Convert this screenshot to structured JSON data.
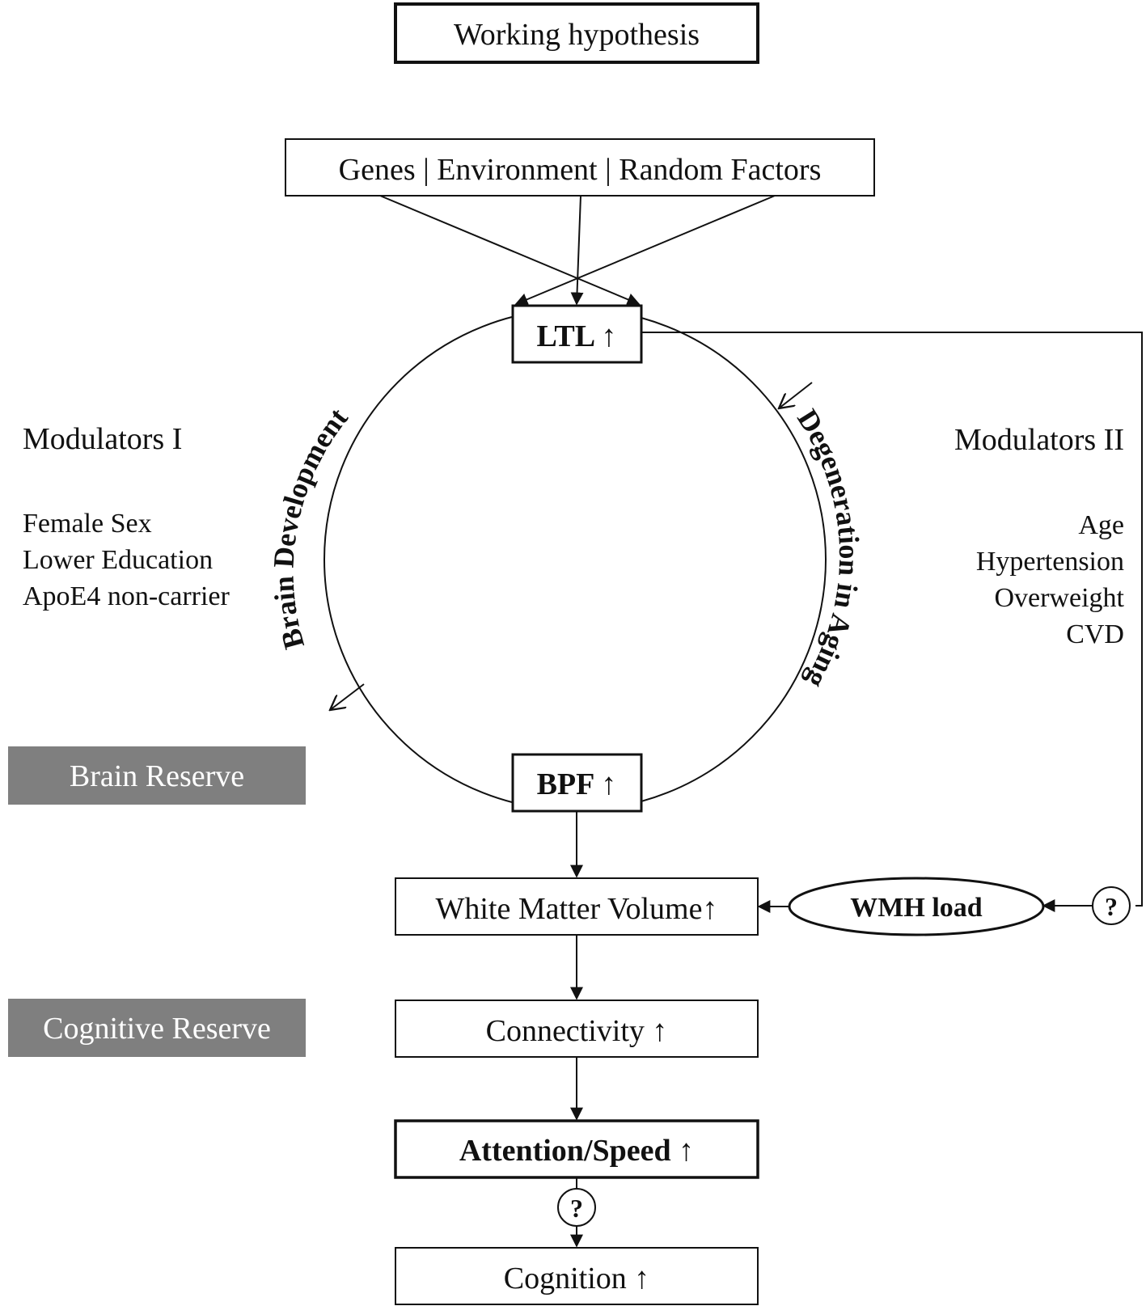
{
  "title": "Working hypothesis",
  "factors": "Genes | Environment | Random Factors",
  "ltl": "LTL ↑",
  "bpf": "BPF ↑",
  "arc_left": "Brain Development",
  "arc_right": "Degeneration in Aging",
  "modulators_1": {
    "heading": "Modulators I",
    "items": [
      "Female Sex",
      "Lower Education",
      "ApoE4 non-carrier"
    ]
  },
  "modulators_2": {
    "heading": "Modulators II",
    "items": [
      "Age",
      "Hypertension",
      "Overweight",
      "CVD"
    ]
  },
  "brain_reserve": "Brain Reserve",
  "cognitive_reserve": "Cognitive Reserve",
  "white_matter": "White Matter Volume↑",
  "wmh": "WMH load",
  "question_mark": "?",
  "connectivity": "Connectivity ↑",
  "attention": "Attention/Speed ↑",
  "cognition": "Cognition ↑"
}
